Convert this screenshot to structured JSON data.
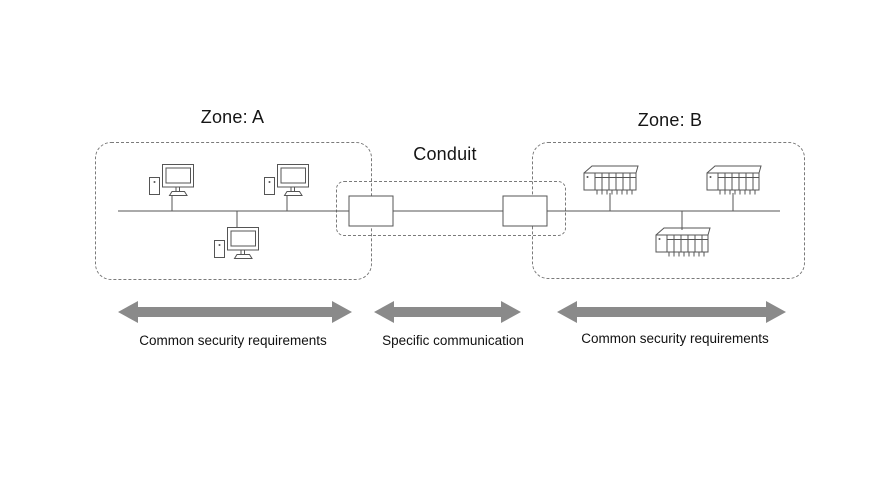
{
  "diagram": {
    "zones": {
      "zone_a": {
        "title": "Zone: A",
        "device_type": "workstation",
        "device_count": 3,
        "arrow_label": "Common security requirements"
      },
      "conduit": {
        "title": "Conduit",
        "gateway_count": 2,
        "arrow_label": "Specific communication"
      },
      "zone_b": {
        "title": "Zone: B",
        "device_type": "plc-rack",
        "device_count": 3,
        "arrow_label": "Common security requirements"
      }
    },
    "icons": {
      "zone_a_device": "desktop-computer-icon",
      "conduit_device": "gateway-box-icon",
      "zone_b_device": "plc-rack-icon",
      "arrow": "double-headed-arrow"
    },
    "colors": {
      "boundary_dash": "#7a7a7a",
      "device_line": "#555555",
      "arrow_fill": "#8a8a8a",
      "text": "#111111",
      "background": "#ffffff"
    }
  }
}
